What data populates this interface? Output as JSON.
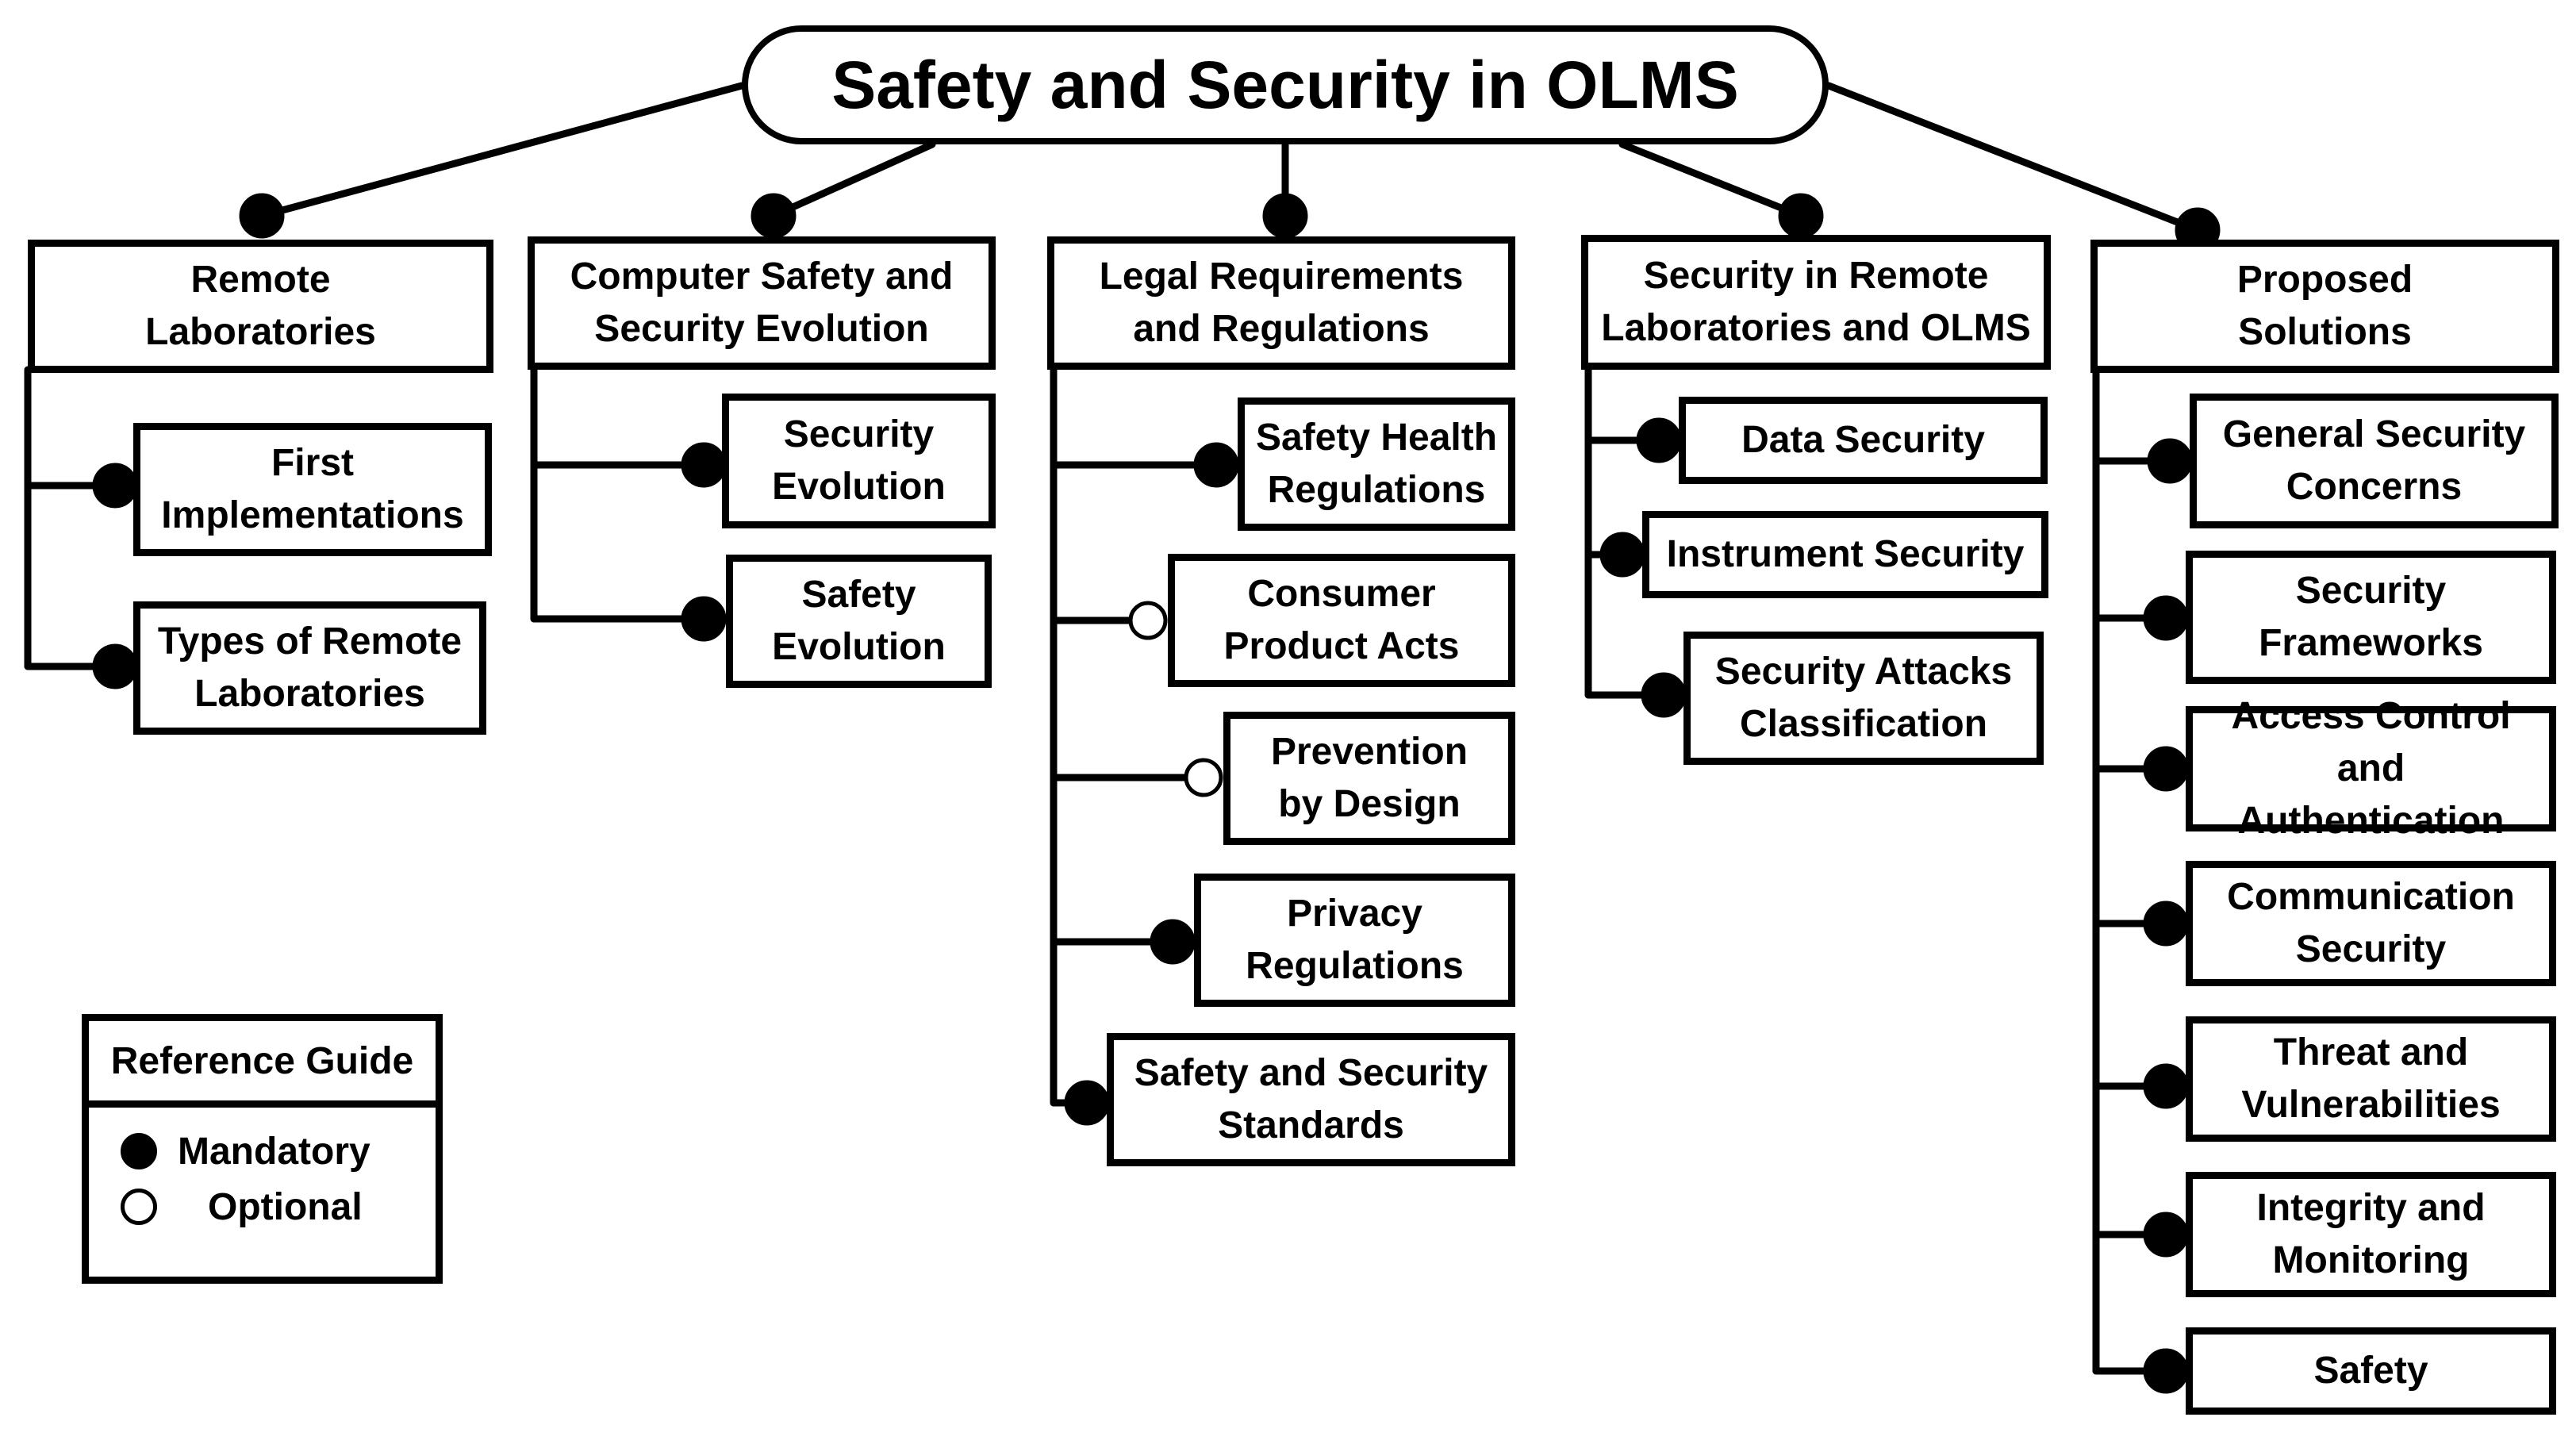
{
  "title": "Safety and Security in OLMS",
  "columns": [
    {
      "label": "Remote\nLaboratories",
      "children": [
        {
          "label": "First\nImplementations",
          "type": "mandatory"
        },
        {
          "label": "Types of Remote\nLaboratories",
          "type": "mandatory"
        }
      ]
    },
    {
      "label": "Computer Safety and\nSecurity Evolution",
      "children": [
        {
          "label": "Security\nEvolution",
          "type": "mandatory"
        },
        {
          "label": "Safety\nEvolution",
          "type": "mandatory"
        }
      ]
    },
    {
      "label": "Legal Requirements\nand Regulations",
      "children": [
        {
          "label": "Safety Health\nRegulations",
          "type": "mandatory"
        },
        {
          "label": "Consumer\nProduct Acts",
          "type": "optional"
        },
        {
          "label": "Prevention\nby Design",
          "type": "optional"
        },
        {
          "label": "Privacy\nRegulations",
          "type": "mandatory"
        },
        {
          "label": "Safety and Security\nStandards",
          "type": "mandatory"
        }
      ]
    },
    {
      "label": "Security in  Remote\nLaboratories and OLMS",
      "children": [
        {
          "label": "Data Security",
          "type": "mandatory"
        },
        {
          "label": "Instrument Security",
          "type": "mandatory"
        },
        {
          "label": "Security Attacks\nClassification",
          "type": "mandatory"
        }
      ]
    },
    {
      "label": "Proposed\nSolutions",
      "children": [
        {
          "label": "General Security\nConcerns",
          "type": "mandatory"
        },
        {
          "label": "Security\nFrameworks",
          "type": "mandatory"
        },
        {
          "label": "Access Control and\nAuthentication",
          "type": "mandatory"
        },
        {
          "label": "Communication\nSecurity",
          "type": "mandatory"
        },
        {
          "label": "Threat and\nVulnerabilities",
          "type": "mandatory"
        },
        {
          "label": "Integrity and\nMonitoring",
          "type": "mandatory"
        },
        {
          "label": "Safety",
          "type": "mandatory"
        }
      ]
    }
  ],
  "legend": {
    "title": "Reference Guide",
    "mandatory": "Mandatory",
    "optional": "Optional"
  },
  "colors": {
    "line": "#000000",
    "fill": "#ffffff"
  }
}
